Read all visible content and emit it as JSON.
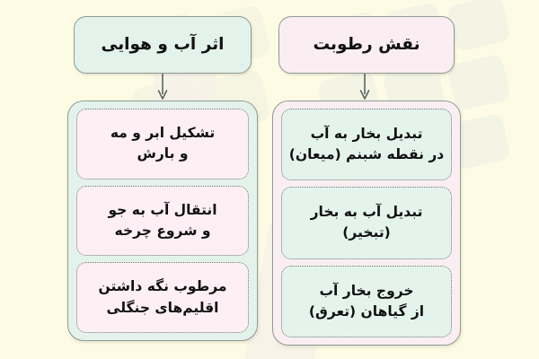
{
  "page": {
    "direction": "rtl",
    "language": "fa",
    "background_color": "#fdfbe4",
    "mint_color": "#e3f3ec",
    "pink_color": "#fbeef2",
    "border_color": "#8f9b93",
    "dotted_border_color": "#6e7a72",
    "text_color": "#111111"
  },
  "columns": [
    {
      "id": "humidity-role",
      "header": "نقش رطوبت",
      "header_fill": "#fbeef2",
      "card_fill": "#e4f4ec",
      "arrow": "down-arrow",
      "cards": [
        "تبدیل بخار به آب\nدر نقطه شبنم (میعان)",
        "تبدیل آب به بخار\n(تبخیر)",
        "خروج بخار آب\nاز گیاهان (تعرق)"
      ]
    },
    {
      "id": "climate-effect",
      "header": "اثر آب و هوایی",
      "header_fill": "#e3f3ec",
      "card_fill": "#fdeff3",
      "arrow": "down-arrow",
      "cards": [
        "تشکیل ابر و مه\nو بارش",
        "انتقال آب به جو\nو شروع چرخه",
        "مرطوب نگه داشتن\nاقلیم‌های جنگلی"
      ]
    }
  ]
}
